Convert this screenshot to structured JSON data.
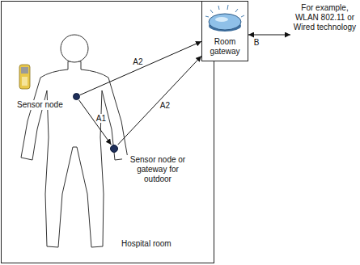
{
  "diagram": {
    "nodes": [
      {
        "text": [
          "Hospital room"
        ]
      },
      {
        "text": [
          "Room gateway"
        ]
      },
      {
        "text": [
          "Sensor node"
        ],
        "in": 0
      },
      {
        "text": [
          "Sensor node or gateway for outdoor"
        ],
        "in": 0
      },
      {
        "text": [
          "For example, WLAN 802.11 or Wired technology"
        ]
      }
    ],
    "edges": [
      {
        "from": 2,
        "to": 3,
        "label": "A1",
        "arrow": "to"
      },
      {
        "from": 2,
        "to": 1,
        "label": "A2",
        "arrow": "to"
      },
      {
        "from": 3,
        "to": 1,
        "label": "A2",
        "arrow": "to"
      },
      {
        "from": 1,
        "to": 4,
        "label": "B",
        "arrow": "both"
      }
    ]
  }
}
